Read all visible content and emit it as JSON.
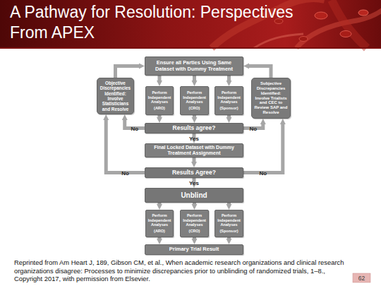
{
  "diagram": {
    "title": "A Pathway for Resolution: Perspectives From APEX",
    "caption": "Reprinted from Am Heart J, 189, Gibson CM, et al., When academic research organizations and clinical research organizations disagree: Processes to minimize discrepancies prior to unblinding of randomized trials, 1–8., Copyright 2017, with permission from Elsevier.",
    "nodes": [
      {
        "text": [
          "Ensure all Parties Using Same Dataset with Dummy Treatment"
        ]
      },
      {
        "text": [
          "Objective Discrepancies Identified: Involve Statisticians and Resolve"
        ]
      },
      {
        "text": [
          "Perform Independent Analyses",
          "(ARO)"
        ]
      },
      {
        "text": [
          "Perform Independent Analyses",
          "(CRO)"
        ]
      },
      {
        "text": [
          "Perform Independent Analyses",
          "(Sponsor)"
        ]
      },
      {
        "text": [
          "Subjective Discrepancies Identified: Involve Trialists and CEC to Review SAP and Resolve"
        ]
      },
      {
        "text": [
          "Results agree?"
        ]
      },
      {
        "text": [
          "Final Locked Dataset with Dummy Treatment Assignment"
        ]
      },
      {
        "text": [
          "Results Agree?"
        ]
      },
      {
        "text": [
          "Unblind"
        ]
      },
      {
        "text": [
          "Perform Independent Analyses",
          "(ARO)"
        ]
      },
      {
        "text": [
          "Perform Independent Analyses",
          "(CRO)"
        ]
      },
      {
        "text": [
          "Perform Independent Analyses",
          "(Sponsor)"
        ]
      },
      {
        "text": [
          "Primary Trial Result"
        ]
      }
    ],
    "edges": [
      {
        "from": 0,
        "to": 2,
        "arrow": "to"
      },
      {
        "from": 0,
        "to": 3,
        "arrow": "to"
      },
      {
        "from": 0,
        "to": 4,
        "arrow": "to"
      },
      {
        "from": 2,
        "to": 6,
        "arrow": "to"
      },
      {
        "from": 3,
        "to": 6,
        "arrow": "to"
      },
      {
        "from": 4,
        "to": 6,
        "arrow": "to"
      },
      {
        "from": 6,
        "to": 1,
        "label": "No",
        "arrow": "to"
      },
      {
        "from": 6,
        "to": 5,
        "label": "No",
        "arrow": "to"
      },
      {
        "from": 6,
        "to": 7,
        "label": "Yes",
        "arrow": "to"
      },
      {
        "from": 7,
        "to": 8,
        "arrow": "to"
      },
      {
        "from": 8,
        "to": 1,
        "label": "No",
        "arrow": "to"
      },
      {
        "from": 8,
        "to": 5,
        "label": "No",
        "arrow": "to"
      },
      {
        "from": 8,
        "to": 9,
        "label": "Yes",
        "arrow": "to"
      },
      {
        "from": 1,
        "to": 0,
        "arrow": "to"
      },
      {
        "from": 5,
        "to": 0,
        "arrow": "to"
      },
      {
        "from": 9,
        "to": 10,
        "arrow": "to"
      },
      {
        "from": 9,
        "to": 11,
        "arrow": "to"
      },
      {
        "from": 9,
        "to": 12,
        "arrow": "to"
      },
      {
        "from": 10,
        "to": 13,
        "arrow": "to"
      },
      {
        "from": 11,
        "to": 13,
        "arrow": "to"
      },
      {
        "from": 12,
        "to": 13,
        "arrow": "to"
      }
    ],
    "labels": [
      "62"
    ]
  }
}
